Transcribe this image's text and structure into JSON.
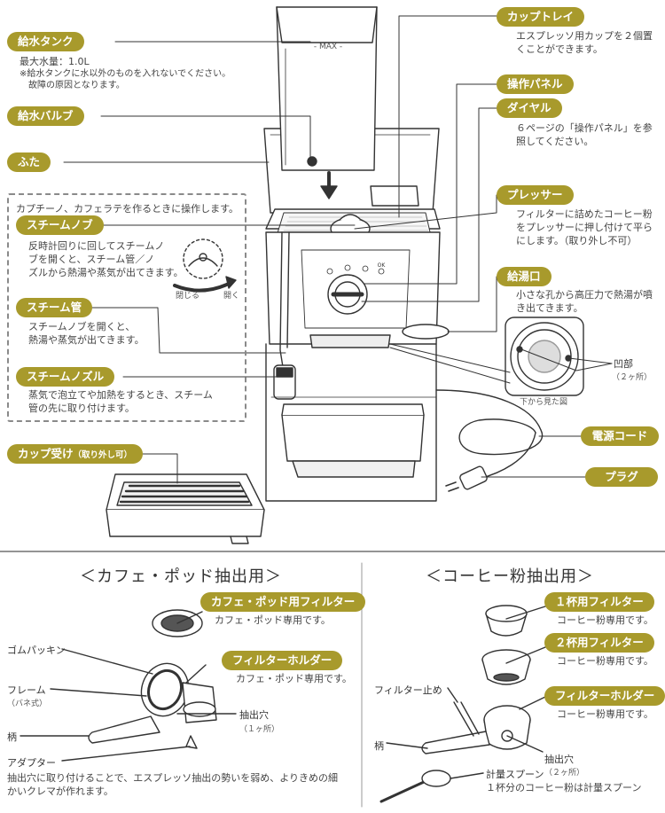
{
  "colors": {
    "accent": "#a89a2c",
    "line": "#333333"
  },
  "top": {
    "water_tank": {
      "label": "給水タンク",
      "capacity": "最大水量：1.0L",
      "note": "※給水タンクに水以外のものを入れないでください。\n　故障の原因となります。"
    },
    "max_mark": "- MAX -",
    "water_valve": {
      "label": "給水バルブ"
    },
    "lid": {
      "label": "ふた"
    },
    "steam_group": {
      "intro": "カプチーノ、カフェラテを作るときに操作します。"
    },
    "steam_knob": {
      "label": "スチームノブ",
      "desc": "反時計回りに回してスチームノ\nブを開くと、スチーム管／ノ\nズルから熱湯や蒸気が出てきます。",
      "close": "閉じる",
      "open": "開く"
    },
    "steam_pipe": {
      "label": "スチーム管",
      "desc": "スチームノブを開くと、\n熱湯や蒸気が出てきます。"
    },
    "steam_nozzle": {
      "label": "スチームノズル",
      "desc": "蒸気で泡立てや加熱をするとき、スチーム\n管の先に取り付けます。"
    },
    "cup_tray_removable": {
      "label": "カップ受け",
      "suffix": "（取り外し可）"
    },
    "cup_tray": {
      "label": "カップトレイ",
      "desc": "エスプレッソ用カップを２個置\nくことができます。"
    },
    "control_panel": {
      "label": "操作パネル"
    },
    "dial": {
      "label": "ダイヤル",
      "desc": "６ページの「操作パネル」を参\n照してください。"
    },
    "presser": {
      "label": "プレッサー",
      "desc": "フィルターに詰めたコーヒー粉\nをプレッサーに押し付けて平ら\nにします。（取り外し不可）"
    },
    "outlet": {
      "label": "給湯口",
      "desc": "小さな孔から高圧力で熱湯が噴\nき出てきます。"
    },
    "recess": {
      "label": "凹部",
      "count": "（２ヶ所）"
    },
    "bottom_view": "下から見た図",
    "cord": {
      "label": "電源コード"
    },
    "plug": {
      "label": "プラグ"
    },
    "panel_marks": [
      "OK"
    ]
  },
  "pod_section": {
    "title": "＜カフェ・ポッド抽出用＞",
    "filter": {
      "label": "カフェ・ポッド用フィルター",
      "desc": "カフェ・ポッド専用です。"
    },
    "holder": {
      "label": "フィルターホルダー",
      "desc": "カフェ・ポッド専用です。"
    },
    "gasket": "ゴムパッキン",
    "frame": "フレーム",
    "frame_note": "（バネ式）",
    "handle": "柄",
    "hole": "抽出穴",
    "hole_count": "（１ヶ所）",
    "adapter": "アダプター",
    "adapter_desc": "抽出穴に取り付けることで、エスプレッソ抽出の勢いを弱め、よりきめの細\nかいクレマが作れます。"
  },
  "powder_section": {
    "title": "＜コーヒー粉抽出用＞",
    "one_cup": {
      "label": "１杯用フィルター",
      "desc": "コーヒー粉専用です。"
    },
    "two_cup": {
      "label": "２杯用フィルター",
      "desc": "コーヒー粉専用です。"
    },
    "holder": {
      "label": "フィルターホルダー",
      "desc": "コーヒー粉専用です。"
    },
    "stopper": "フィルター止め",
    "handle": "柄",
    "hole": "抽出穴",
    "hole_count": "（２ヶ所）",
    "spoon": "計量スプーン",
    "spoon_desc": "１杯分のコーヒー粉は計量スプーン"
  }
}
